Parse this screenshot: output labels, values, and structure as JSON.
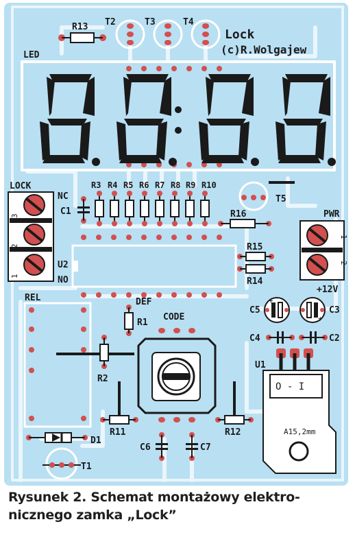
{
  "caption": {
    "line1": "Rysunek 2. Schemat montażowy elektro-",
    "line2": "nicznego zamka „Lock”"
  },
  "colors": {
    "board": "#b9dff2",
    "trace": "#eaf6fc",
    "pad": "#d2504f",
    "component": "#1a1a1a",
    "silk": "#ffffff"
  },
  "board_labels": {
    "title": "Lock",
    "author": "(c)R.Wolgajew",
    "led": "LED",
    "lock": "LOCK",
    "nc": "NC",
    "no": "NO",
    "pwr": "PWR",
    "v12": "+12V",
    "rel": "REL",
    "def": "DEF",
    "code": "CODE",
    "pot": "A15,2mm",
    "switch": "O - I"
  },
  "refs": {
    "r13": "R13",
    "t2": "T2",
    "t3": "T3",
    "t4": "T4",
    "r3": "R3",
    "r4": "R4",
    "r5": "R5",
    "r6": "R6",
    "r7": "R7",
    "r8": "R8",
    "r9": "R9",
    "r10": "R10",
    "c1": "C1",
    "t5": "T5",
    "r16": "R16",
    "u2": "U2",
    "r15": "R15",
    "r14": "R14",
    "r1": "R1",
    "r2": "R2",
    "r11": "R11",
    "r12": "R12",
    "d1": "D1",
    "t1": "T1",
    "c6": "C6",
    "c7": "C7",
    "c5": "C5",
    "c3": "C3",
    "c4": "C4",
    "c2": "C2",
    "u1": "U1"
  },
  "terminal_numbers": {
    "lock": [
      "3",
      "2",
      "1"
    ],
    "pwr": [
      "1",
      "2"
    ]
  },
  "display_digits": 4
}
